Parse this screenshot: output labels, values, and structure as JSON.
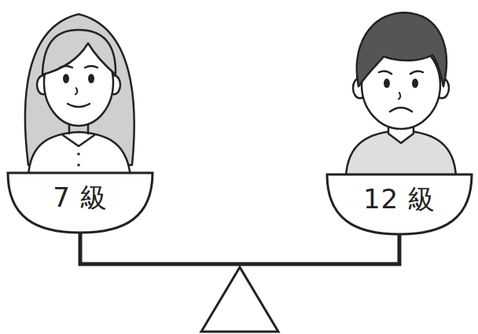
{
  "diagram": {
    "nodes": [
      {
        "text": [
          "7 級"
        ]
      },
      {
        "text": [
          "12 級"
        ]
      }
    ],
    "edges": [
      {
        "from": 0,
        "to": 1,
        "arrow": "none"
      }
    ]
  }
}
